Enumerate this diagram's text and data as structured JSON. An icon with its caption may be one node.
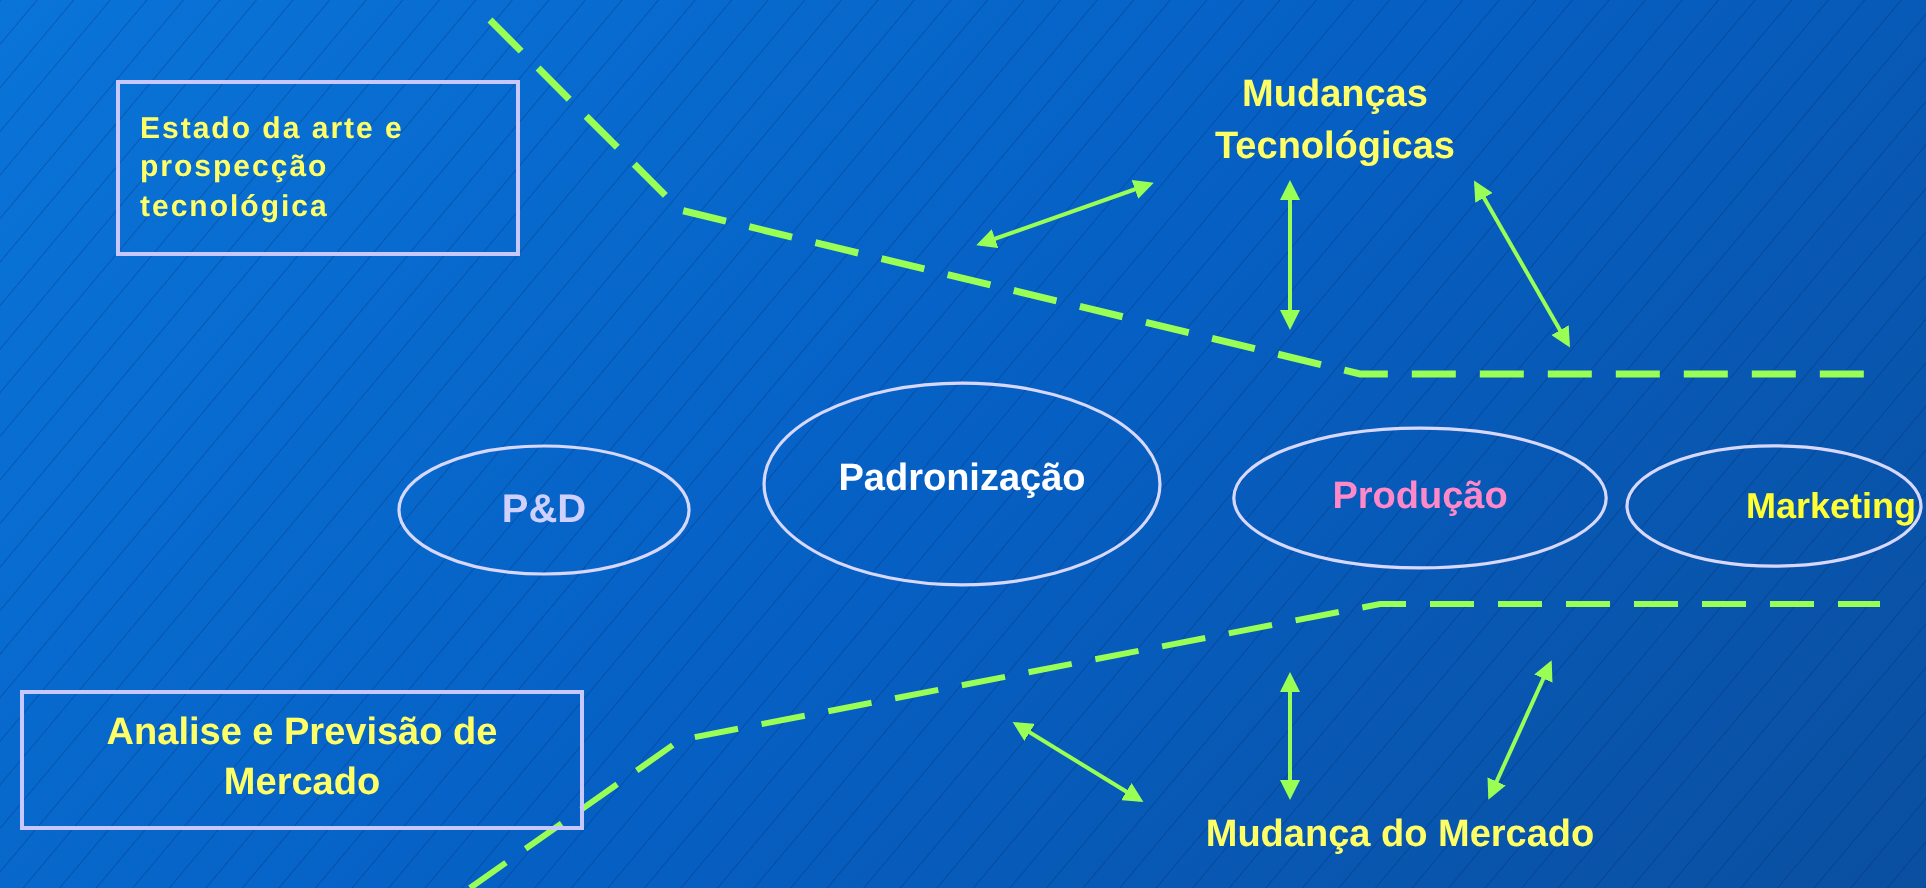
{
  "diagram": {
    "nodes": [
      {
        "text": [
          "Estado da arte e prospecção tecnológica"
        ]
      },
      {
        "text": [
          "Mudanças Tecnológicas"
        ]
      },
      {
        "text": [
          "P&D"
        ]
      },
      {
        "text": [
          "Padronização"
        ]
      },
      {
        "text": [
          "Produção"
        ]
      },
      {
        "text": [
          "Marketing"
        ]
      },
      {
        "text": [
          "Analise e Previsão de Mercado"
        ]
      },
      {
        "text": [
          "Mudança do Mercado"
        ]
      }
    ],
    "edges": [
      {
        "from": 1,
        "to": null,
        "arrow": "both"
      },
      {
        "from": 1,
        "to": null,
        "arrow": "both"
      },
      {
        "from": 1,
        "to": null,
        "arrow": "both"
      },
      {
        "from": 7,
        "to": null,
        "arrow": "both"
      },
      {
        "from": 7,
        "to": null,
        "arrow": "both"
      },
      {
        "from": 7,
        "to": null,
        "arrow": "both"
      }
    ]
  }
}
